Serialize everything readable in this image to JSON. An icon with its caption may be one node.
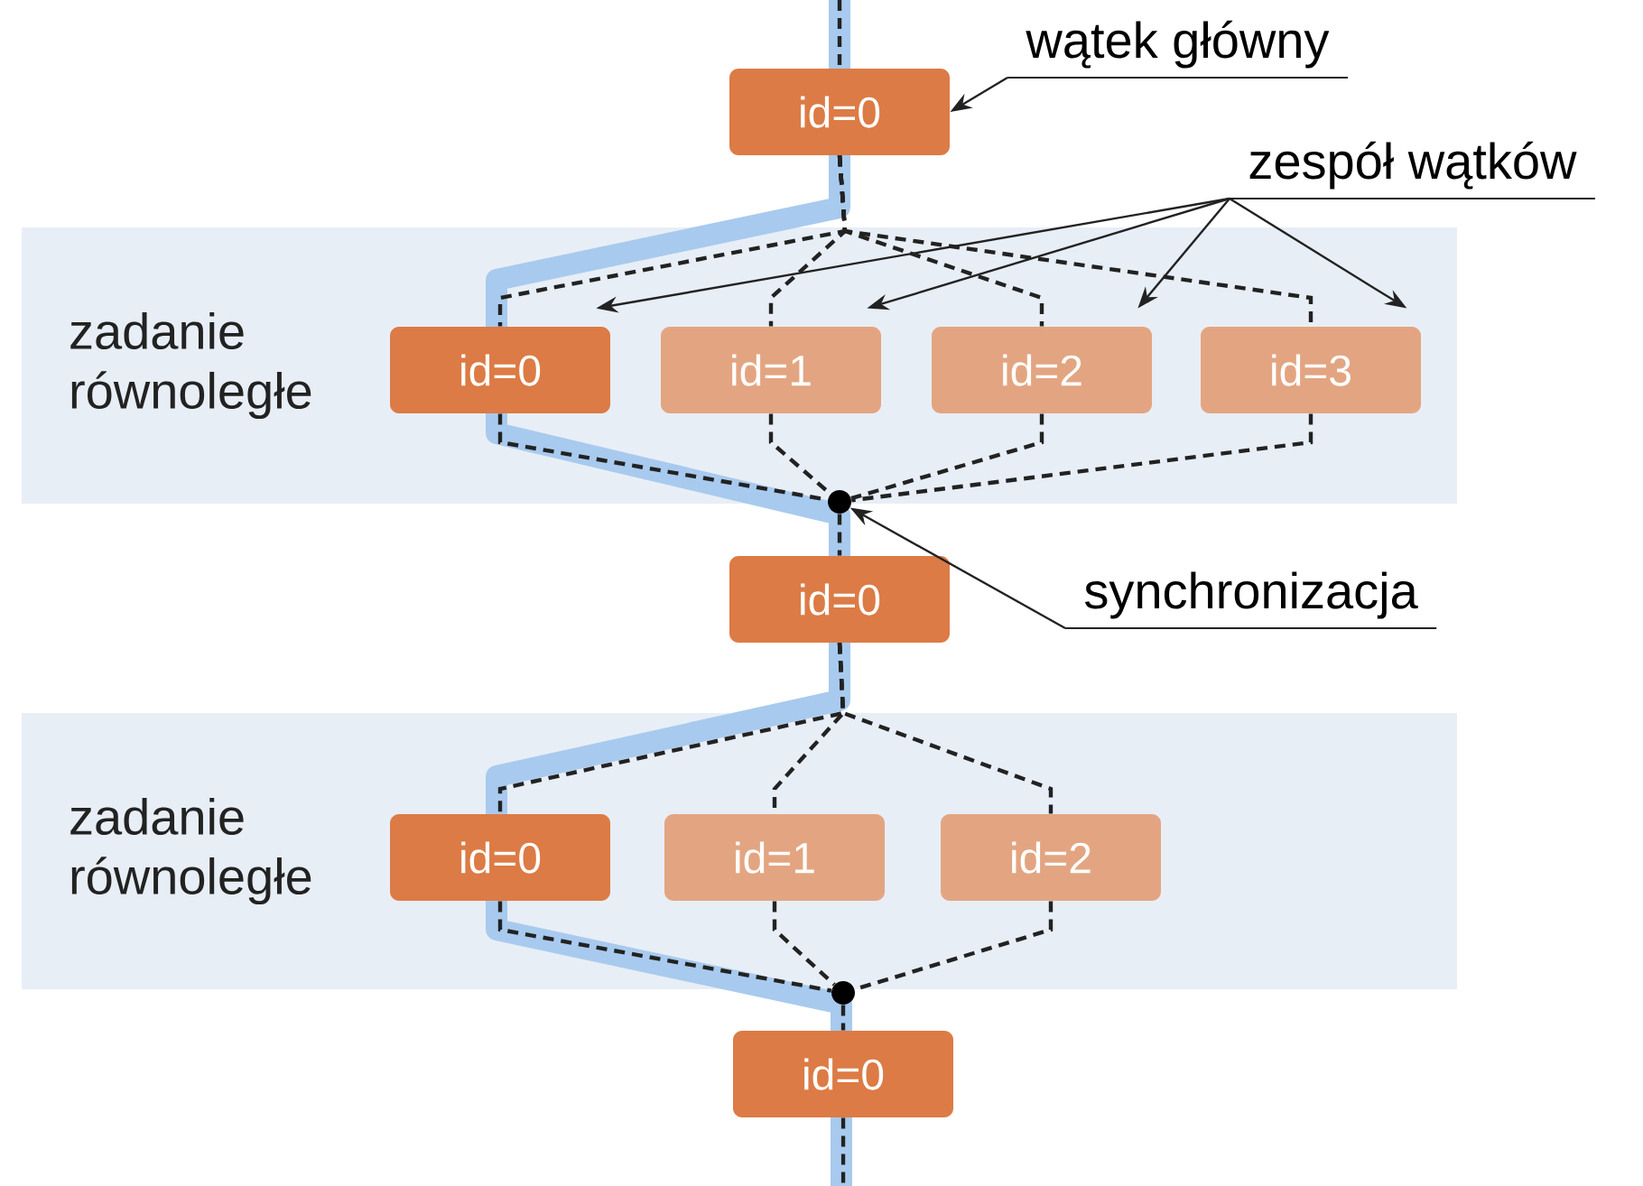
{
  "diagram": {
    "nodes": [
      {
        "text": [
          "id=0"
        ]
      },
      {
        "text": [
          "zadanie równoległe"
        ]
      },
      {
        "text": [
          "id=0"
        ],
        "in": 1
      },
      {
        "text": [
          "id=1"
        ],
        "in": 1
      },
      {
        "text": [
          "id=2"
        ],
        "in": 1
      },
      {
        "text": [
          "id=3"
        ],
        "in": 1
      },
      {
        "text": [
          "id=0"
        ]
      },
      {
        "text": [
          "zadanie równoległe"
        ]
      },
      {
        "text": [
          "id=0"
        ],
        "in": 7
      },
      {
        "text": [
          "id=1"
        ],
        "in": 7
      },
      {
        "text": [
          "id=2"
        ],
        "in": 7
      },
      {
        "text": [
          "id=0"
        ]
      },
      {
        "text": [
          "wątek główny"
        ]
      },
      {
        "text": [
          "zespół wątków"
        ]
      },
      {
        "text": [
          "synchronizacja"
        ]
      },
      {
        "text": [],
        "shape": "circle"
      },
      {
        "text": [],
        "shape": "circle"
      }
    ],
    "edges": [
      {
        "from": null,
        "to": 0,
        "arrow": "none",
        "style": "dashed"
      },
      {
        "from": 0,
        "to": 2,
        "arrow": "none",
        "style": "dashed"
      },
      {
        "from": 0,
        "to": 3,
        "arrow": "none",
        "style": "dashed"
      },
      {
        "from": 0,
        "to": 4,
        "arrow": "none",
        "style": "dashed"
      },
      {
        "from": 0,
        "to": 5,
        "arrow": "none",
        "style": "dashed"
      },
      {
        "from": 2,
        "to": 15,
        "arrow": "none",
        "style": "dashed"
      },
      {
        "from": 3,
        "to": 15,
        "arrow": "none",
        "style": "dashed"
      },
      {
        "from": 4,
        "to": 15,
        "arrow": "none",
        "style": "dashed"
      },
      {
        "from": 5,
        "to": 15,
        "arrow": "none",
        "style": "dashed"
      },
      {
        "from": 15,
        "to": 6,
        "arrow": "none",
        "style": "dashed"
      },
      {
        "from": 6,
        "to": 8,
        "arrow": "none",
        "style": "dashed"
      },
      {
        "from": 6,
        "to": 9,
        "arrow": "none",
        "style": "dashed"
      },
      {
        "from": 6,
        "to": 10,
        "arrow": "none",
        "style": "dashed"
      },
      {
        "from": 8,
        "to": 16,
        "arrow": "none",
        "style": "dashed"
      },
      {
        "from": 9,
        "to": 16,
        "arrow": "none",
        "style": "dashed"
      },
      {
        "from": 10,
        "to": 16,
        "arrow": "none",
        "style": "dashed"
      },
      {
        "from": 16,
        "to": 11,
        "arrow": "none",
        "style": "dashed"
      },
      {
        "from": 11,
        "to": null,
        "arrow": "none",
        "style": "dashed"
      },
      {
        "from": 12,
        "to": 0,
        "arrow": "to"
      },
      {
        "from": 13,
        "to": 2,
        "arrow": "to"
      },
      {
        "from": 13,
        "to": 3,
        "arrow": "to"
      },
      {
        "from": 13,
        "to": 4,
        "arrow": "to"
      },
      {
        "from": 13,
        "to": 5,
        "arrow": "to"
      },
      {
        "from": 14,
        "to": 15,
        "arrow": "to"
      }
    ]
  }
}
